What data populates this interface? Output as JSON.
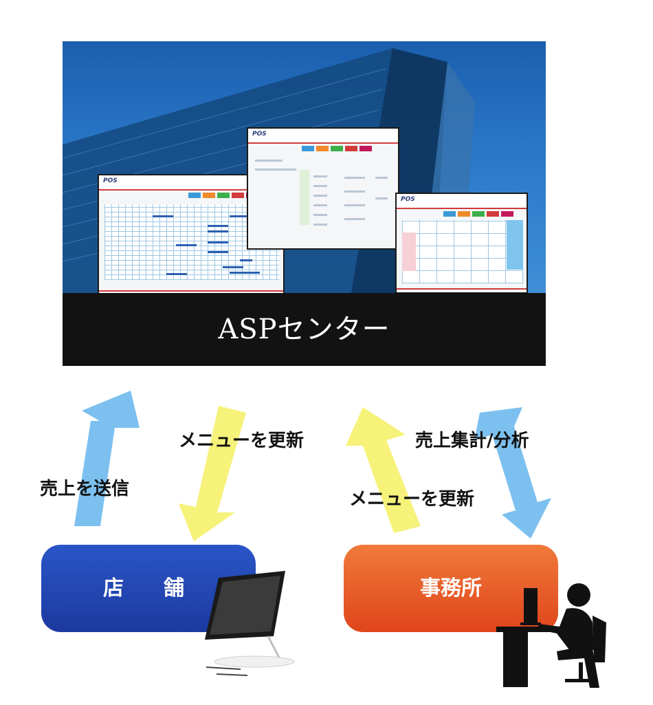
{
  "asp_center": {
    "label": "ASPセンター"
  },
  "arrows": {
    "store_send_sales": "売上を送信",
    "store_menu_update": "メニューを更新",
    "office_menu_update": "メニューを更新",
    "office_sales_analysis": "売上集計/分析"
  },
  "nodes": {
    "store": "店　舗",
    "office": "事務所"
  },
  "colors": {
    "sky": "#2a78c8",
    "band": "#121212",
    "arrow_blue": "#7cc0ef",
    "arrow_yellow": "#f6f27a",
    "store_box": "#1c3aa0",
    "office_box": "#e0451c"
  }
}
